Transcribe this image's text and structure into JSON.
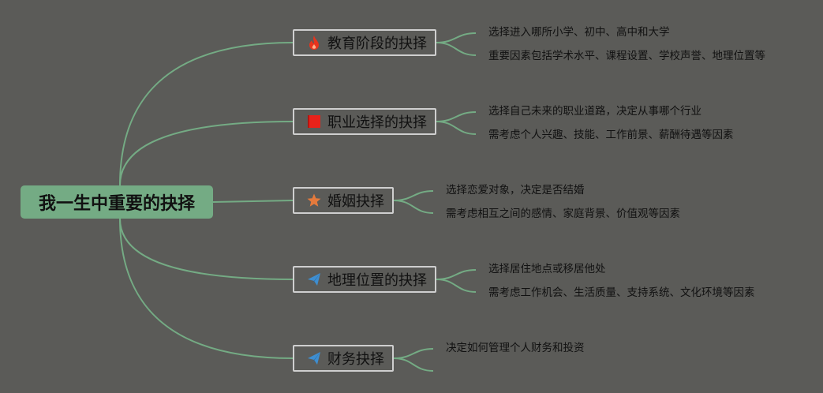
{
  "root": {
    "label": "我一生中重要的抉择"
  },
  "topics": [
    {
      "label": "教育阶段的抉择",
      "icon": "flame-icon",
      "icon_color": "#e8341d",
      "details": [
        "选择进入哪所小学、初中、高中和大学",
        "重要因素包括学术水平、课程设置、学校声誉、地理位置等"
      ]
    },
    {
      "label": "职业选择的抉择",
      "icon": "flag-icon",
      "icon_color": "#e8221a",
      "details": [
        "选择自己未来的职业道路，决定从事哪个行业",
        "需考虑个人兴趣、技能、工作前景、薪酬待遇等因素"
      ]
    },
    {
      "label": "婚姻抉择",
      "icon": "star-icon",
      "icon_color": "#e57a3c",
      "details": [
        "选择恋爱对象，决定是否结婚",
        "需考虑相互之间的感情、家庭背景、价值观等因素"
      ]
    },
    {
      "label": "地理位置的抉择",
      "icon": "paper-plane-icon",
      "icon_color": "#3e8ed0",
      "details": [
        "选择居住地点或移居他处",
        "需考虑工作机会、生活质量、支持系统、文化环境等因素"
      ]
    },
    {
      "label": "财务抉择",
      "icon": "paper-plane-icon",
      "icon_color": "#3e8ed0",
      "details": [
        "决定如何管理个人财务和投资",
        ""
      ]
    }
  ],
  "colors": {
    "background": "#5b5b58",
    "connector": "#74ab84",
    "root_fill": "#74ab84",
    "topic_border": "#cfcfcf"
  }
}
